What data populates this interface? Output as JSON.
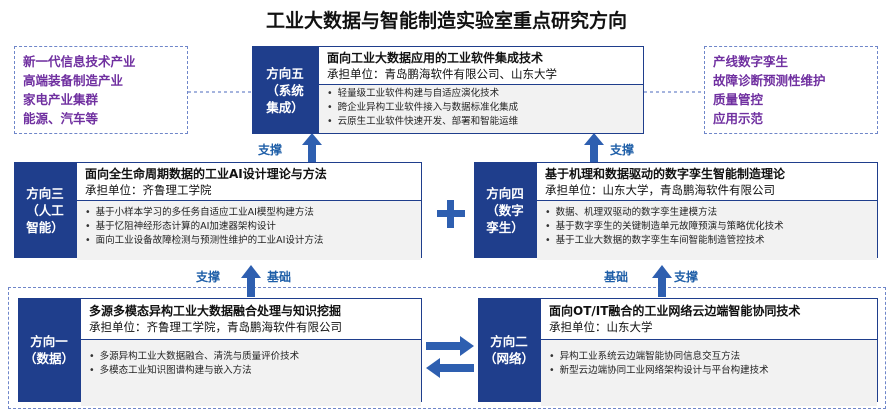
{
  "title": "工业大数据与智能制造实验室重点研究方向",
  "left_box": [
    "新一代信息技术产业",
    "高端装备制造产业",
    "家电产业集群",
    "能源、汽车等"
  ],
  "right_box": [
    "产线数字孪生",
    "故障诊断预测性维护",
    "质量管控",
    "应用示范"
  ],
  "dir5": {
    "label_lines": [
      "方向五",
      "（系统",
      "集成）"
    ],
    "title": "面向工业大数据应用的工业软件集成技术",
    "unit": "承担单位：青岛鹏海软件有限公司、山东大学",
    "items": [
      "轻量级工业软件构建与自适应演化技术",
      "跨企业异构工业软件接入与数据标准化集成",
      "云原生工业软件快速开发、部署和智能运维"
    ]
  },
  "dir3": {
    "label_lines": [
      "方向三",
      "（人工",
      "智能）"
    ],
    "title": "面向全生命周期数据的工业AI设计理论与方法",
    "unit": "承担单位：齐鲁理工学院",
    "items": [
      "基于小样本学习的多任务自适应工业AI模型构建方法",
      "基于忆阻神经形态计算的AI加速器架构设计",
      "面向工业设备故障检测与预测性维护的工业AI设计方法"
    ]
  },
  "dir4": {
    "label_lines": [
      "方向四",
      "（数字",
      "孪生）"
    ],
    "title": "基于机理和数据驱动的数字孪生智能制造理论",
    "unit": "承担单位：山东大学，青岛鹏海软件有限公司",
    "items": [
      "数据、机理双驱动的数字孪生建模方法",
      "基于数字孪生的关键制造单元故障预演与策略优化技术",
      "基于工业大数据的数字孪生车间智能制造管控技术"
    ]
  },
  "dir1": {
    "label_lines": [
      "方向一",
      "（数据）"
    ],
    "title": "多源多模态异构工业大数据融合处理与知识挖掘",
    "unit": "承担单位：齐鲁理工学院，青岛鹏海软件有限公司",
    "items": [
      "多源异构工业大数据融合、清洗与质量评价技术",
      "多模态工业知识图谱构建与嵌入方法"
    ]
  },
  "dir2": {
    "label_lines": [
      "方向二",
      "（网络）"
    ],
    "title": "面向OT/IT融合的工业网络云边端智能协同技术",
    "unit": "承担单位：山东大学",
    "items": [
      "异构工业系统云边端智能协同信息交互方法",
      "新型云边端协同工业网络架构设计与平台构建技术"
    ]
  },
  "links": {
    "support_left_top": "支撑",
    "support_right_top": "支撑",
    "support_left_bottom": "支撑",
    "basis_left_bottom": "基础",
    "basis_right_bottom": "基础",
    "support_right_bottom": "支撑"
  },
  "colors": {
    "accent": "#1f3e8c",
    "side_text": "#7030a0",
    "tag_text": "#1f5fa8",
    "list_bg": "#f2f2f2"
  }
}
